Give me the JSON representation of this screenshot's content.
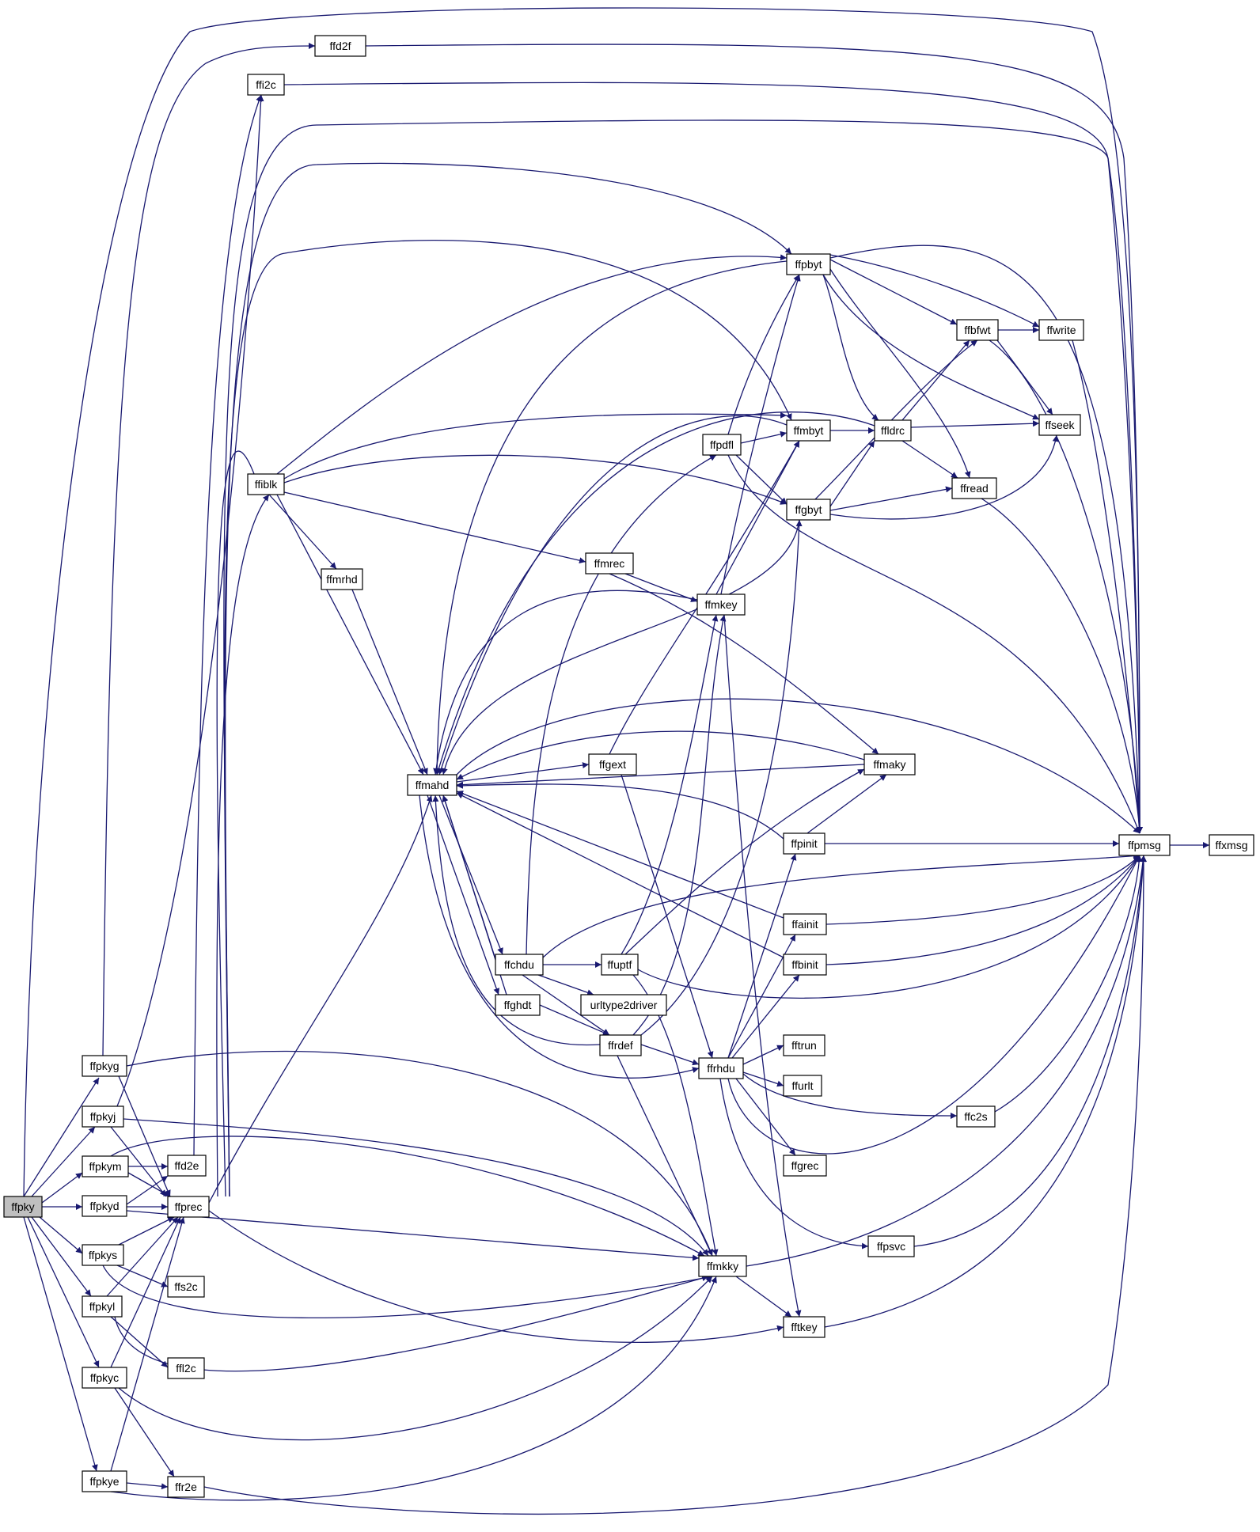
{
  "graph": {
    "edge_color": "#191970",
    "root_fill": "#bfbfbf",
    "red_border": "#ff0000",
    "nodes": [
      {
        "id": "ffpky",
        "label": "ffpky",
        "style": "root"
      },
      {
        "id": "ffd2f",
        "label": "ffd2f"
      },
      {
        "id": "ffi2c_a",
        "label": "ffi2c"
      },
      {
        "id": "ffpbyt",
        "label": "ffpbyt"
      },
      {
        "id": "ffbfwt",
        "label": "ffbfwt"
      },
      {
        "id": "ffwrite",
        "label": "ffwrite"
      },
      {
        "id": "ffseek",
        "label": "ffseek"
      },
      {
        "id": "ffldrc",
        "label": "ffldrc",
        "style": "red"
      },
      {
        "id": "ffpdfl",
        "label": "ffpdfl"
      },
      {
        "id": "ffmbyt",
        "label": "ffmbyt"
      },
      {
        "id": "ffiblk",
        "label": "ffiblk"
      },
      {
        "id": "ffgbyt",
        "label": "ffgbyt"
      },
      {
        "id": "ffread",
        "label": "ffread"
      },
      {
        "id": "ffmrhd",
        "label": "ffmrhd"
      },
      {
        "id": "ffmrec",
        "label": "ffmrec"
      },
      {
        "id": "ffmkey",
        "label": "ffmkey"
      },
      {
        "id": "ffmahd",
        "label": "ffmahd"
      },
      {
        "id": "ffgext",
        "label": "ffgext"
      },
      {
        "id": "ffmaky",
        "label": "ffmaky"
      },
      {
        "id": "ffpinit",
        "label": "ffpinit",
        "style": "red"
      },
      {
        "id": "ffpmsg",
        "label": "ffpmsg"
      },
      {
        "id": "ffxmsg",
        "label": "ffxmsg"
      },
      {
        "id": "ffainit",
        "label": "ffainit",
        "style": "red"
      },
      {
        "id": "ffchdu",
        "label": "ffchdu"
      },
      {
        "id": "ffuptf",
        "label": "ffuptf",
        "style": "red"
      },
      {
        "id": "ffbinit",
        "label": "ffbinit",
        "style": "red"
      },
      {
        "id": "ffghdt",
        "label": "ffghdt"
      },
      {
        "id": "urltype2driver",
        "label": "urltype2driver"
      },
      {
        "id": "ffrdef",
        "label": "ffrdef",
        "style": "red"
      },
      {
        "id": "ffrhdu",
        "label": "ffrhdu"
      },
      {
        "id": "fftrun",
        "label": "fftrun",
        "style": "red"
      },
      {
        "id": "ffurlt",
        "label": "ffurlt"
      },
      {
        "id": "ffc2s",
        "label": "ffc2s"
      },
      {
        "id": "ffgrec",
        "label": "ffgrec",
        "style": "red"
      },
      {
        "id": "ffpsvc",
        "label": "ffpsvc"
      },
      {
        "id": "ffpkyg",
        "label": "ffpkyg"
      },
      {
        "id": "ffpkyj",
        "label": "ffpkyj"
      },
      {
        "id": "ffpkym",
        "label": "ffpkym"
      },
      {
        "id": "ffd2e",
        "label": "ffd2e"
      },
      {
        "id": "ffpkyd",
        "label": "ffpkyd"
      },
      {
        "id": "ffprec",
        "label": "ffprec"
      },
      {
        "id": "ffpkys",
        "label": "ffpkys"
      },
      {
        "id": "ffmkky",
        "label": "ffmkky"
      },
      {
        "id": "ffs2c",
        "label": "ffs2c"
      },
      {
        "id": "ffpkyl",
        "label": "ffpkyl"
      },
      {
        "id": "fftkey",
        "label": "fftkey"
      },
      {
        "id": "ffl2c",
        "label": "ffl2c"
      },
      {
        "id": "ffpkyc",
        "label": "ffpkyc"
      },
      {
        "id": "ffpkye",
        "label": "ffpkye"
      },
      {
        "id": "ffr2e",
        "label": "ffr2e"
      }
    ]
  }
}
